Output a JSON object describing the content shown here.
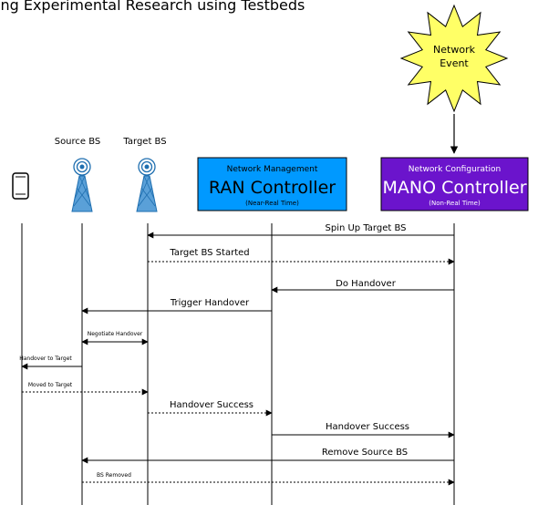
{
  "header": {
    "title": "ing Experimental Research using Testbeds"
  },
  "event": {
    "line1": "Network",
    "line2": "Event",
    "fill": "#ffff66"
  },
  "nodes": {
    "source_bs": "Source BS",
    "target_bs": "Target BS",
    "ran": {
      "top": "Network Management",
      "main": "RAN Controller",
      "sub": "(Near-Real Time)",
      "color": "#0099ff"
    },
    "mano": {
      "top": "Network Configuration",
      "main": "MANO Controller",
      "sub": "(Non-Real Time)",
      "color": "#6b14cc"
    }
  },
  "messages": [
    {
      "label": "Spin Up Target BS"
    },
    {
      "label": "Target BS Started"
    },
    {
      "label": "Do Handover"
    },
    {
      "label": "Trigger Handover"
    },
    {
      "label": "Negotiate Handover"
    },
    {
      "label": "Handover to Target"
    },
    {
      "label": "Moved to Target"
    },
    {
      "label": "Handover Success"
    },
    {
      "label": "Handover Success"
    },
    {
      "label": "Remove Source BS"
    },
    {
      "label": "BS Removed"
    }
  ]
}
